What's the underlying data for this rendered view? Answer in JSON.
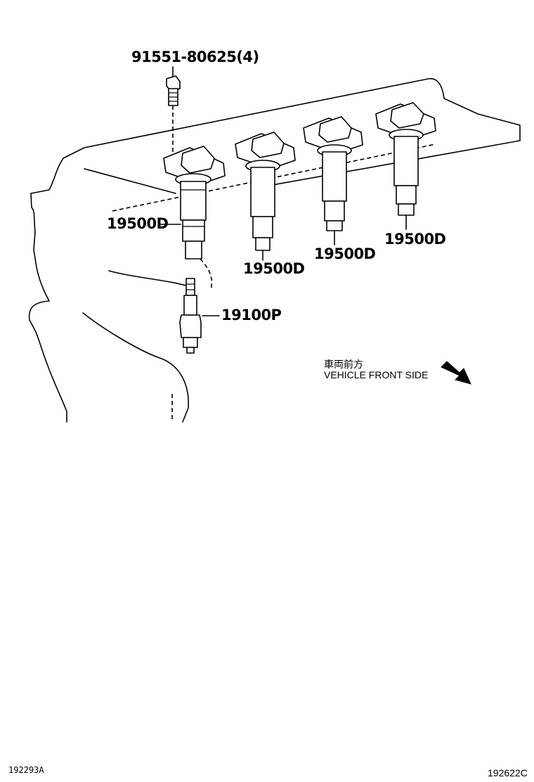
{
  "parts": {
    "bolt": "91551-80625(4)",
    "coil_1": "19500D",
    "coil_2": "19500D",
    "coil_3": "19500D",
    "coil_4": "19500D",
    "spark_plug": "19100P"
  },
  "direction": {
    "japanese": "車両前方",
    "english": "VEHICLE FRONT SIDE",
    "arrow_icon": "arrow-down-right-icon"
  },
  "footer": {
    "left_code": "192293A",
    "right_code": "192622C"
  }
}
